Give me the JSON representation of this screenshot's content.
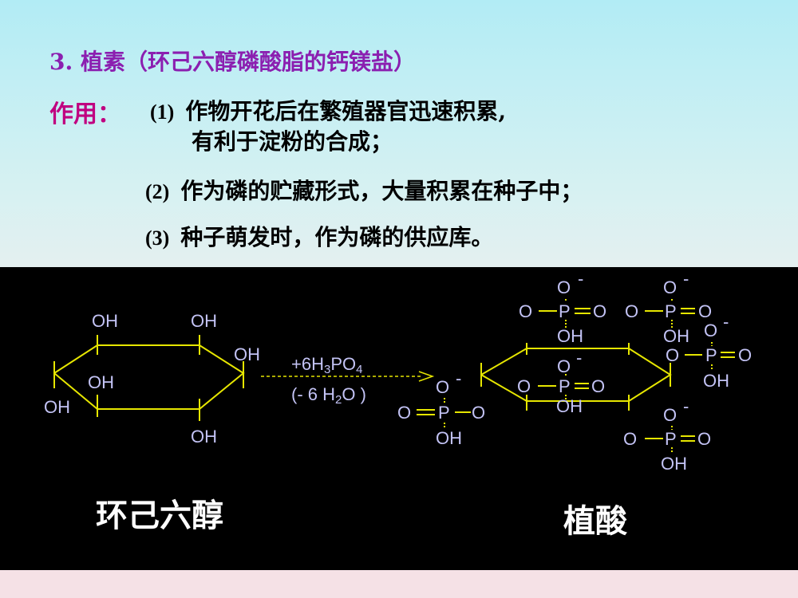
{
  "title": "3. 植素（环己六醇磷酸脂的钙镁盐）",
  "function_label": "作用：",
  "items": [
    {
      "num": "(1)",
      "text": "作物开花后在繁殖器官迅速积累,"
    },
    {
      "num": "",
      "text": "有利于淀粉的合成；"
    },
    {
      "num": "(2)",
      "text": "作为磷的贮藏形式，大量积累在种子中；"
    },
    {
      "num": "(3)",
      "text": "种子萌发时，作为磷的供应库。"
    }
  ],
  "reaction": {
    "reagent_prefix": "+6H",
    "reagent_sub1": "3",
    "reagent_mid": "PO",
    "reagent_sub2": "4",
    "byproduct_prefix": "(- 6 H",
    "byproduct_sub": "2",
    "byproduct_suffix": "O )"
  },
  "inositol": {
    "name": "环己六醇",
    "oh": "OH"
  },
  "phytic_acid": {
    "name": "植酸",
    "o": "O",
    "p": "P",
    "oh": "OH",
    "minus": "-"
  },
  "colors": {
    "title": "#8b1fb0",
    "label": "#c00080",
    "bond": "#e6e600",
    "atom": "#c3c3f5"
  }
}
